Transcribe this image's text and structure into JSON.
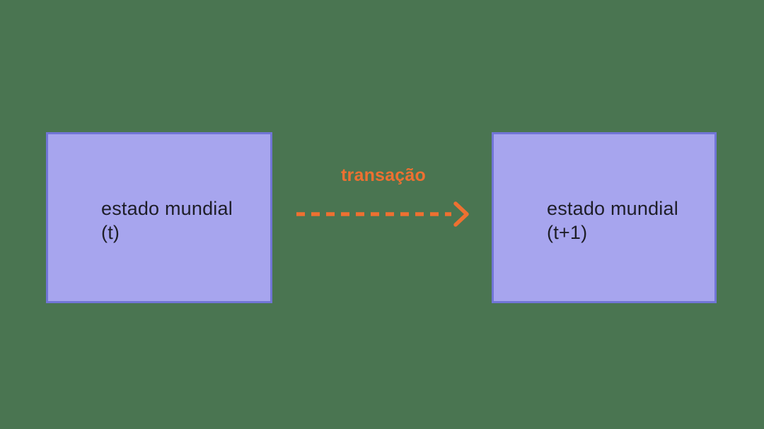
{
  "diagram": {
    "left_box": {
      "line1": "estado mundial",
      "line2": "(t)"
    },
    "right_box": {
      "line1": "estado mundial",
      "line2": "(t+1)"
    },
    "arrow": {
      "label": "transação",
      "style": "dashed",
      "direction": "left-to-right"
    }
  },
  "colors": {
    "background": "#4A7551",
    "box_fill": "#A7A5EE",
    "box_border": "#7175D6",
    "text": "#1E1E28",
    "accent_orange": "#EE7031"
  }
}
